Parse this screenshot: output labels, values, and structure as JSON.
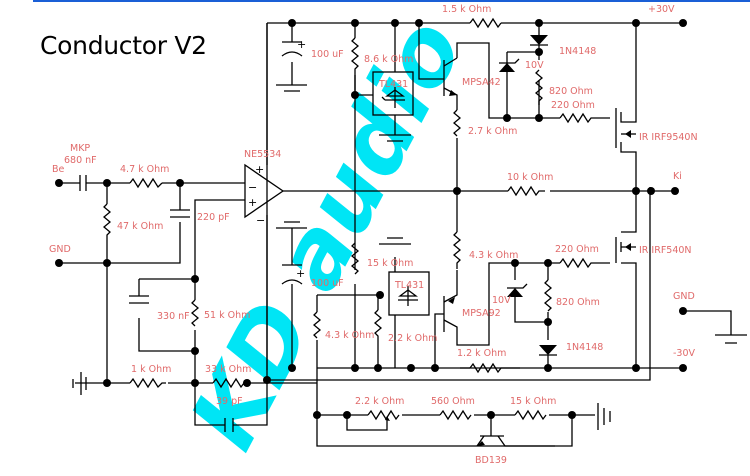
{
  "title": "Conductor V2",
  "watermark": "KD audio",
  "colors": {
    "label": "#e06a6a",
    "wire": "#000000",
    "watermark": "#00e5f5",
    "border": "#1a5fd6"
  },
  "terminals": {
    "input": "Be",
    "ground_in": "GND",
    "output": "Ki",
    "ground_out": "GND",
    "pos_supply": "+30V",
    "neg_supply": "-30V"
  },
  "components": {
    "c_in": {
      "type": "MKP",
      "value": "680 nF"
    },
    "r_in": "4.7 k Ohm",
    "r_bias_in": "47 k Ohm",
    "c_filter": "220 pF",
    "opamp": "NE5534",
    "c_pos_supply": "100 uF",
    "c_neg_supply": "100 uF",
    "r_tl_top": "8.6 k Ohm",
    "r_tl_bot": "15 k Ohm",
    "ref_top": "TL431",
    "ref_bot": "TL431",
    "r_top_series": "1.5 k Ohm",
    "q_top": "MPSA42",
    "q_bot": "MPSA92",
    "r_q_top": "2.7 k Ohm",
    "r_q_bot": "4.3 k Ohm",
    "zener_top": "10V",
    "zener_bot": "10V",
    "d_top": "1N4148",
    "d_bot": "1N4148",
    "r_z_top": "820  Ohm",
    "r_z_bot": "820  Ohm",
    "r_gate_top": "220  Ohm",
    "r_gate_bot": "220  Ohm",
    "mosfet_top": "IR IRF9540N",
    "mosfet_bot": "IR IRF540N",
    "r_feedback": "10 k Ohm",
    "r_bot_series": "1.2 k Ohm",
    "c_330": "330 nF",
    "r_51k": "51 k Ohm",
    "r_1k": "1 k Ohm",
    "r_33k": "33 k Ohm",
    "c_39p": "39 pF",
    "r_43k_left": "4.3 k Ohm",
    "r_22k": "2.2 k Ohm",
    "pot": "2.2 k Ohm",
    "r_560": "560  Ohm",
    "r_15k": "15 k Ohm",
    "q_bias": "BD139"
  }
}
